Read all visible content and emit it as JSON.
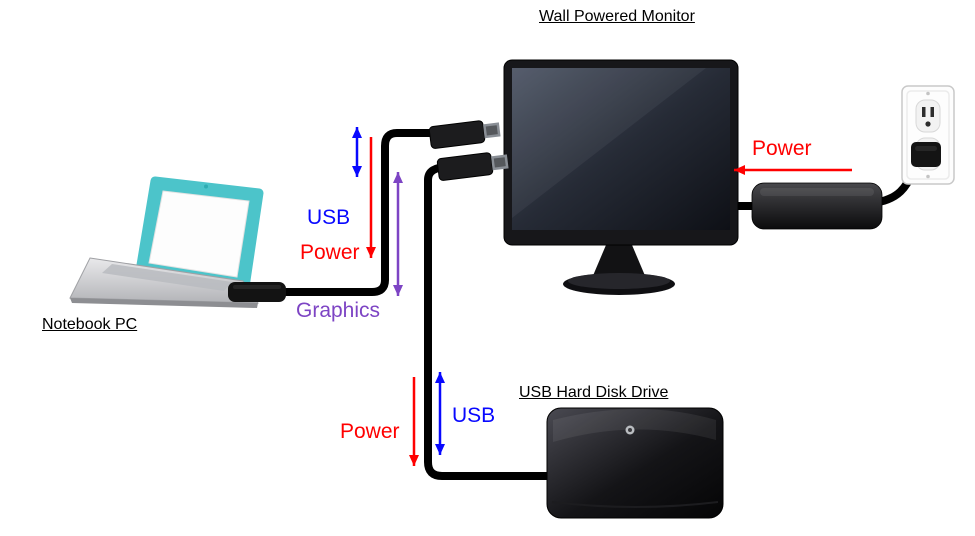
{
  "diagram": {
    "devices": {
      "monitor": {
        "label": "Wall Powered Monitor"
      },
      "notebook": {
        "label": "Notebook PC"
      },
      "hdd": {
        "label": "USB Hard Disk Drive"
      }
    },
    "connections": {
      "usb_laptop_monitor": {
        "label": "USB"
      },
      "power_laptop_monitor": {
        "label": "Power"
      },
      "graphics_laptop_monitor": {
        "label": "Graphics"
      },
      "power_wall_monitor": {
        "label": "Power"
      },
      "power_monitor_hdd": {
        "label": "Power"
      },
      "usb_monitor_hdd": {
        "label": "USB"
      }
    },
    "colors": {
      "usb": "#0808ff",
      "power": "#ff0000",
      "graphics": "#7d44c4",
      "cable": "#000000"
    }
  }
}
